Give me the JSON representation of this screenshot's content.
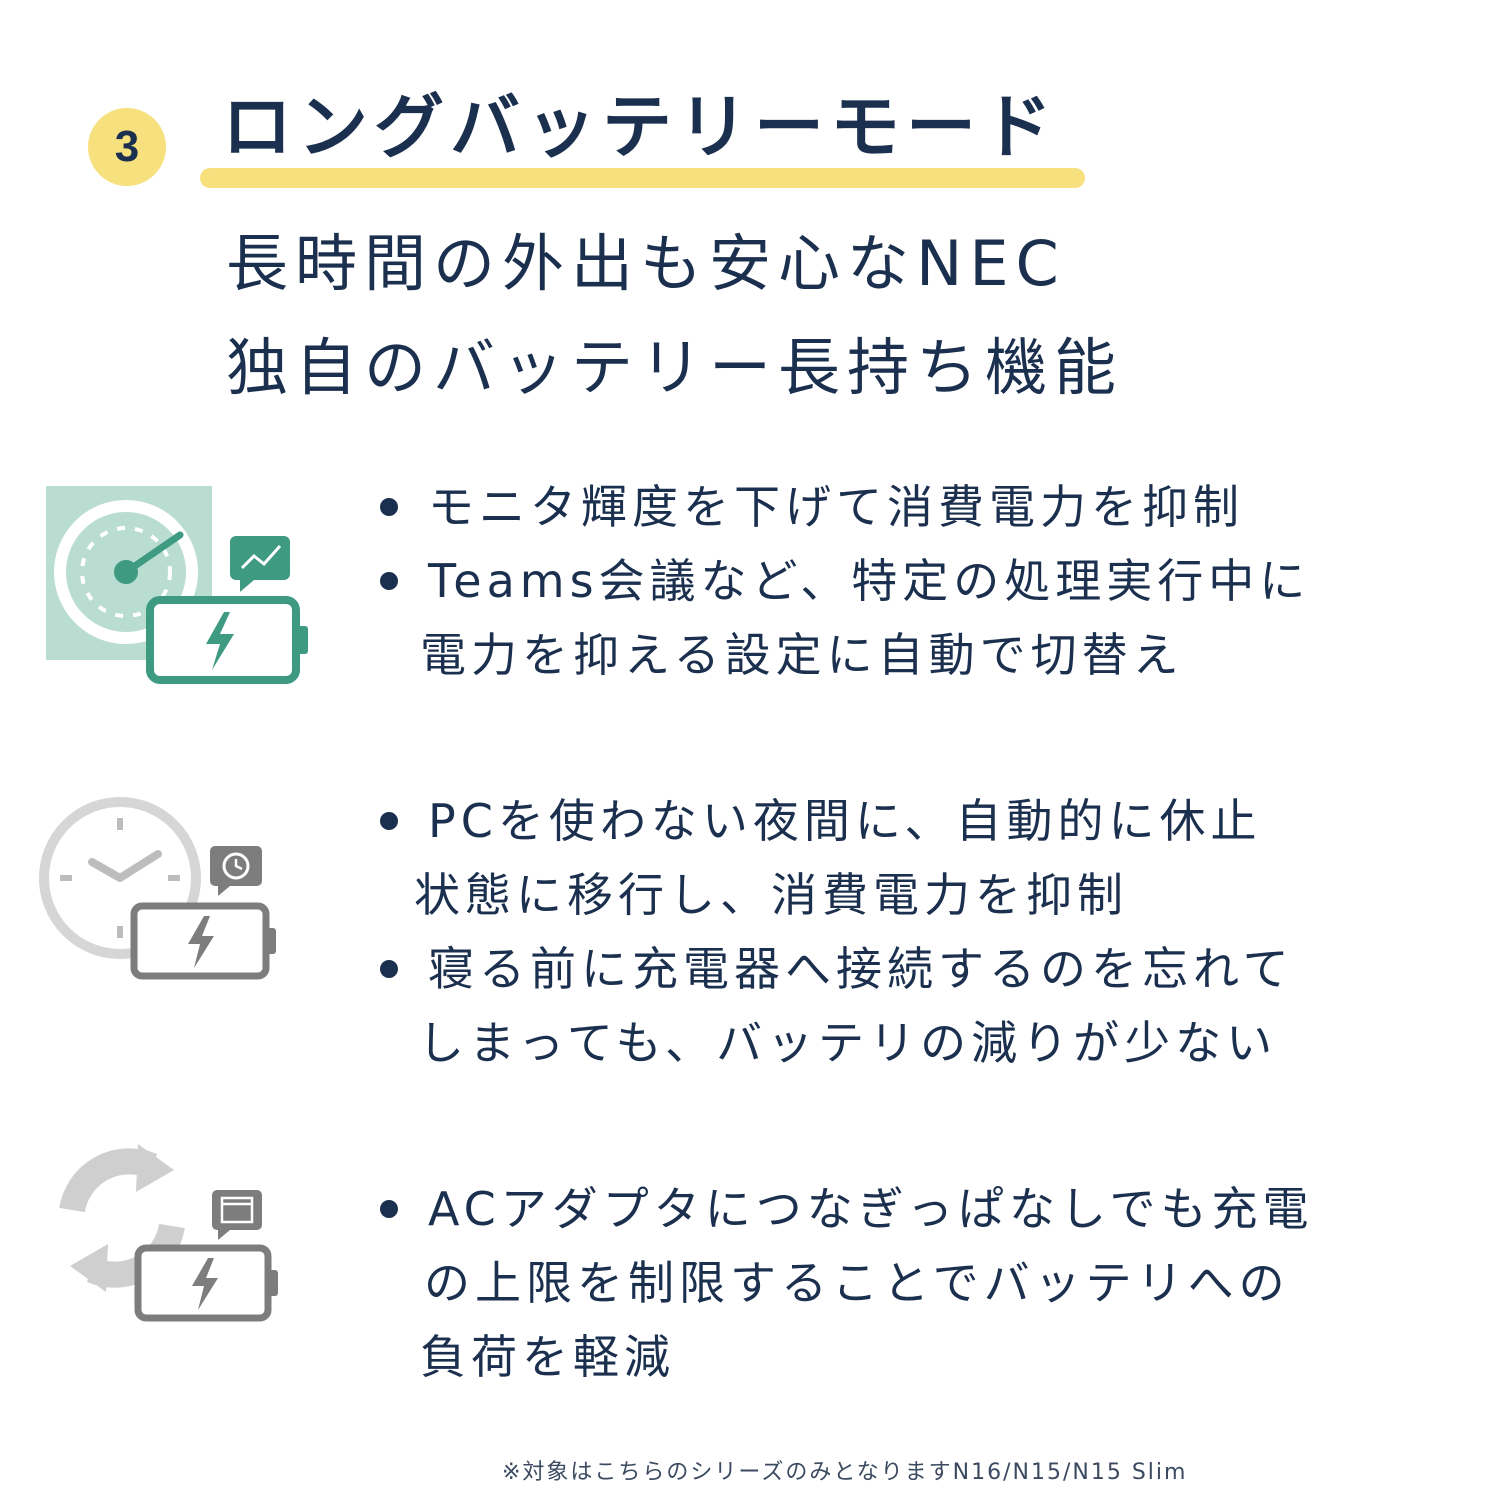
{
  "header": {
    "number": "3",
    "title": "ロングバッテリーモード",
    "subtitle_lines": [
      "長時間の外出も安心なNEC",
      "独自のバッテリー長持ち機能"
    ]
  },
  "features": [
    {
      "icon": "speedometer-battery-icon",
      "bullets": [
        {
          "lines": [
            "モニタ輝度を下げて消費電力を抑制"
          ]
        },
        {
          "lines": [
            "Teams会議など、特定の処理実行中に",
            "電力を抑える設定に自動で切替え"
          ]
        }
      ]
    },
    {
      "icon": "clock-battery-icon",
      "bullets": [
        {
          "lines": [
            "PCを使わない夜間に、自動的に休止",
            "状態に移行し、消費電力を抑制"
          ]
        },
        {
          "lines": [
            "寝る前に充電器へ接続するのを忘れて",
            "しまっても、バッテリの減りが少ない"
          ]
        }
      ]
    },
    {
      "icon": "recycle-battery-icon",
      "bullets": [
        {
          "lines": [
            "ACアダプタにつなぎっぱなしでも充電",
            "の上限を制限することでバッテリへの",
            "負荷を軽減"
          ]
        }
      ]
    }
  ],
  "footnote": "※対象はこちらのシリーズのみとなりますN16/N15/N15 Slim",
  "colors": {
    "navy": "#1b2f4e",
    "highlight_yellow": "#f7e07e",
    "teal": "#3f9a82",
    "teal_light": "#b9ddd0",
    "gray": "#7d7d7d",
    "gray_light": "#cfcfcf"
  }
}
